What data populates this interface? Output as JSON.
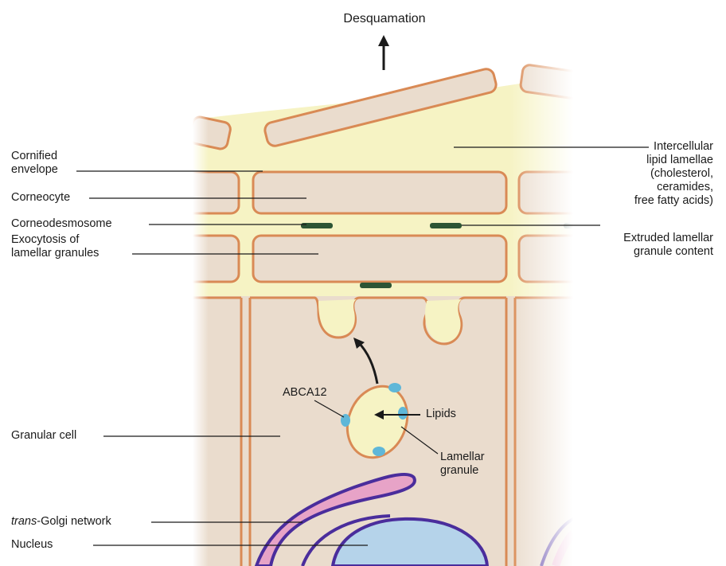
{
  "diagram": {
    "top_label": "Desquamation",
    "labels": {
      "cornified_envelope": "Cornified\nenvelope",
      "corneocyte": "Corneocyte",
      "corneodesmosome": "Corneodesmosome",
      "exocytosis": "Exocytosis of\nlamellar granules",
      "granular_cell": "Granular cell",
      "trans_golgi_italic": "trans",
      "trans_golgi_rest": "-Golgi network",
      "nucleus": "Nucleus",
      "intercellular_lipid": "Intercellular\nlipid lamellae\n(cholesterol,\nceramides,\nfree fatty acids)",
      "extruded": "Extruded lamellar\ngranule content",
      "abca12": "ABCA12",
      "lipids": "Lipids",
      "lamellar_granule": "Lamellar\ngranule"
    }
  },
  "colors": {
    "cell_fill": "#eadccd",
    "cell_stroke": "#d98a55",
    "lipid_fill": "#f6f3c4",
    "desmosome": "#2d5535",
    "golgi": "#e7a3c7",
    "nucleus": "#b5d3ea",
    "purple_outline": "#4a2d9c",
    "abca12": "#5fb7d8"
  }
}
